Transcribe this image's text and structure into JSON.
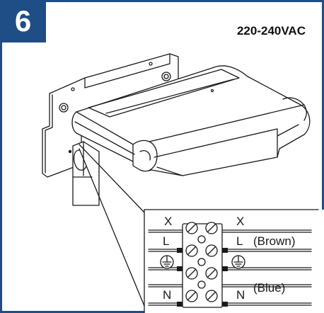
{
  "step_number": "6",
  "voltage": "220-240VAC",
  "wiring": {
    "rows": [
      {
        "left_label": "X",
        "right_label": "X",
        "right_note": ""
      },
      {
        "left_label": "L",
        "right_label": "L",
        "right_note": "(Brown)"
      },
      {
        "left_label": "ground-symbol",
        "right_label": "ground-symbol",
        "right_note": ""
      },
      {
        "left_label": "N",
        "right_label": "N",
        "right_note": "(Blue)"
      }
    ]
  }
}
